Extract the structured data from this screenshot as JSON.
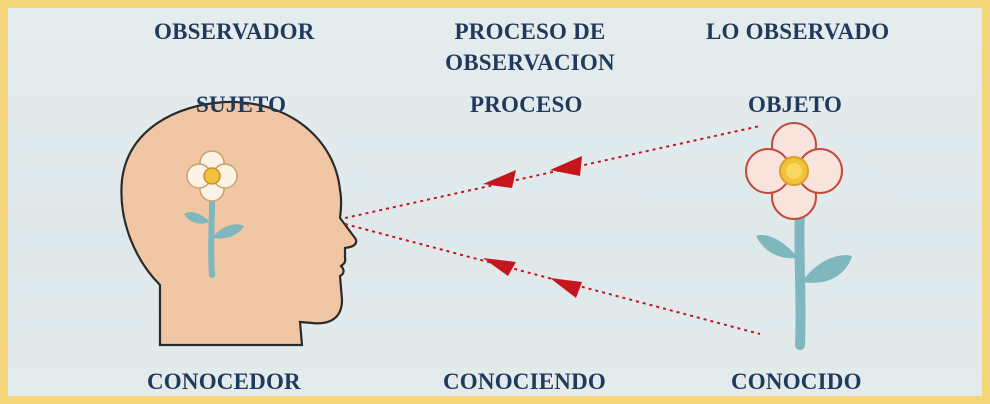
{
  "header": {
    "observer": "OBSERVADOR",
    "process_line1": "PROCESO DE",
    "process_line2": "OBSERVACION",
    "observed": "LO OBSERVADO"
  },
  "row2": {
    "subject": "SUJETO",
    "process": "PROCESO",
    "object": "OBJETO"
  },
  "footer": {
    "knower": "CONOCEDOR",
    "knowing": "CONOCIENDO",
    "known": "CONOCIDO"
  },
  "colors": {
    "background_border": "#f4d77a",
    "panel": "#e2eaec",
    "text": "#1f3a5c",
    "head_fill": "#f0c6a4",
    "petal_stroke": "#c24a3a",
    "flower_center": "#f2c23a",
    "stem": "#7fb7bf",
    "arrow": "#c4161c",
    "dotted_line": "#c4161c"
  }
}
